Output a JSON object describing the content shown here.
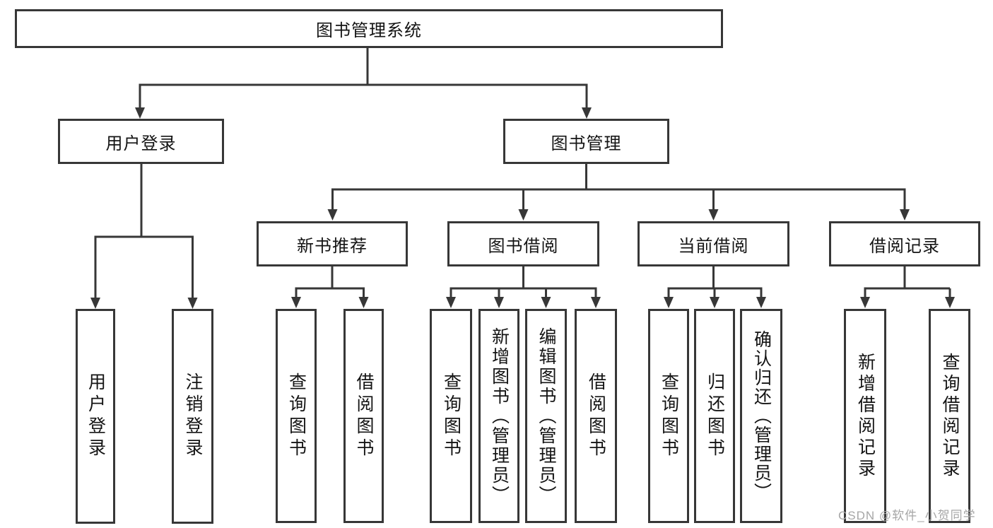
{
  "tree": {
    "label": "图书管理系统",
    "children": [
      {
        "label": "用户登录",
        "children": [
          {
            "label": "用户登录"
          },
          {
            "label": "注销登录"
          }
        ]
      },
      {
        "label": "图书管理",
        "children": [
          {
            "label": "新书推荐",
            "children": [
              {
                "label": "查询图书"
              },
              {
                "label": "借阅图书"
              }
            ]
          },
          {
            "label": "图书借阅",
            "children": [
              {
                "label": "查询图书"
              },
              {
                "label": "新增图书（管理员）"
              },
              {
                "label": "编辑图书（管理员）"
              },
              {
                "label": "借阅图书"
              }
            ]
          },
          {
            "label": "当前借阅",
            "children": [
              {
                "label": "查询图书"
              },
              {
                "label": "归还图书"
              },
              {
                "label": "确认归还（管理员）"
              }
            ]
          },
          {
            "label": "借阅记录",
            "children": [
              {
                "label": "新增借阅记录"
              },
              {
                "label": "查询借阅记录"
              }
            ]
          }
        ]
      }
    ]
  },
  "watermark": "CSDN @软件_小贺同学",
  "colors": {
    "line": "#373737",
    "text": "#141414",
    "watermark": "#a6a6a6",
    "background": "#ffffff"
  }
}
